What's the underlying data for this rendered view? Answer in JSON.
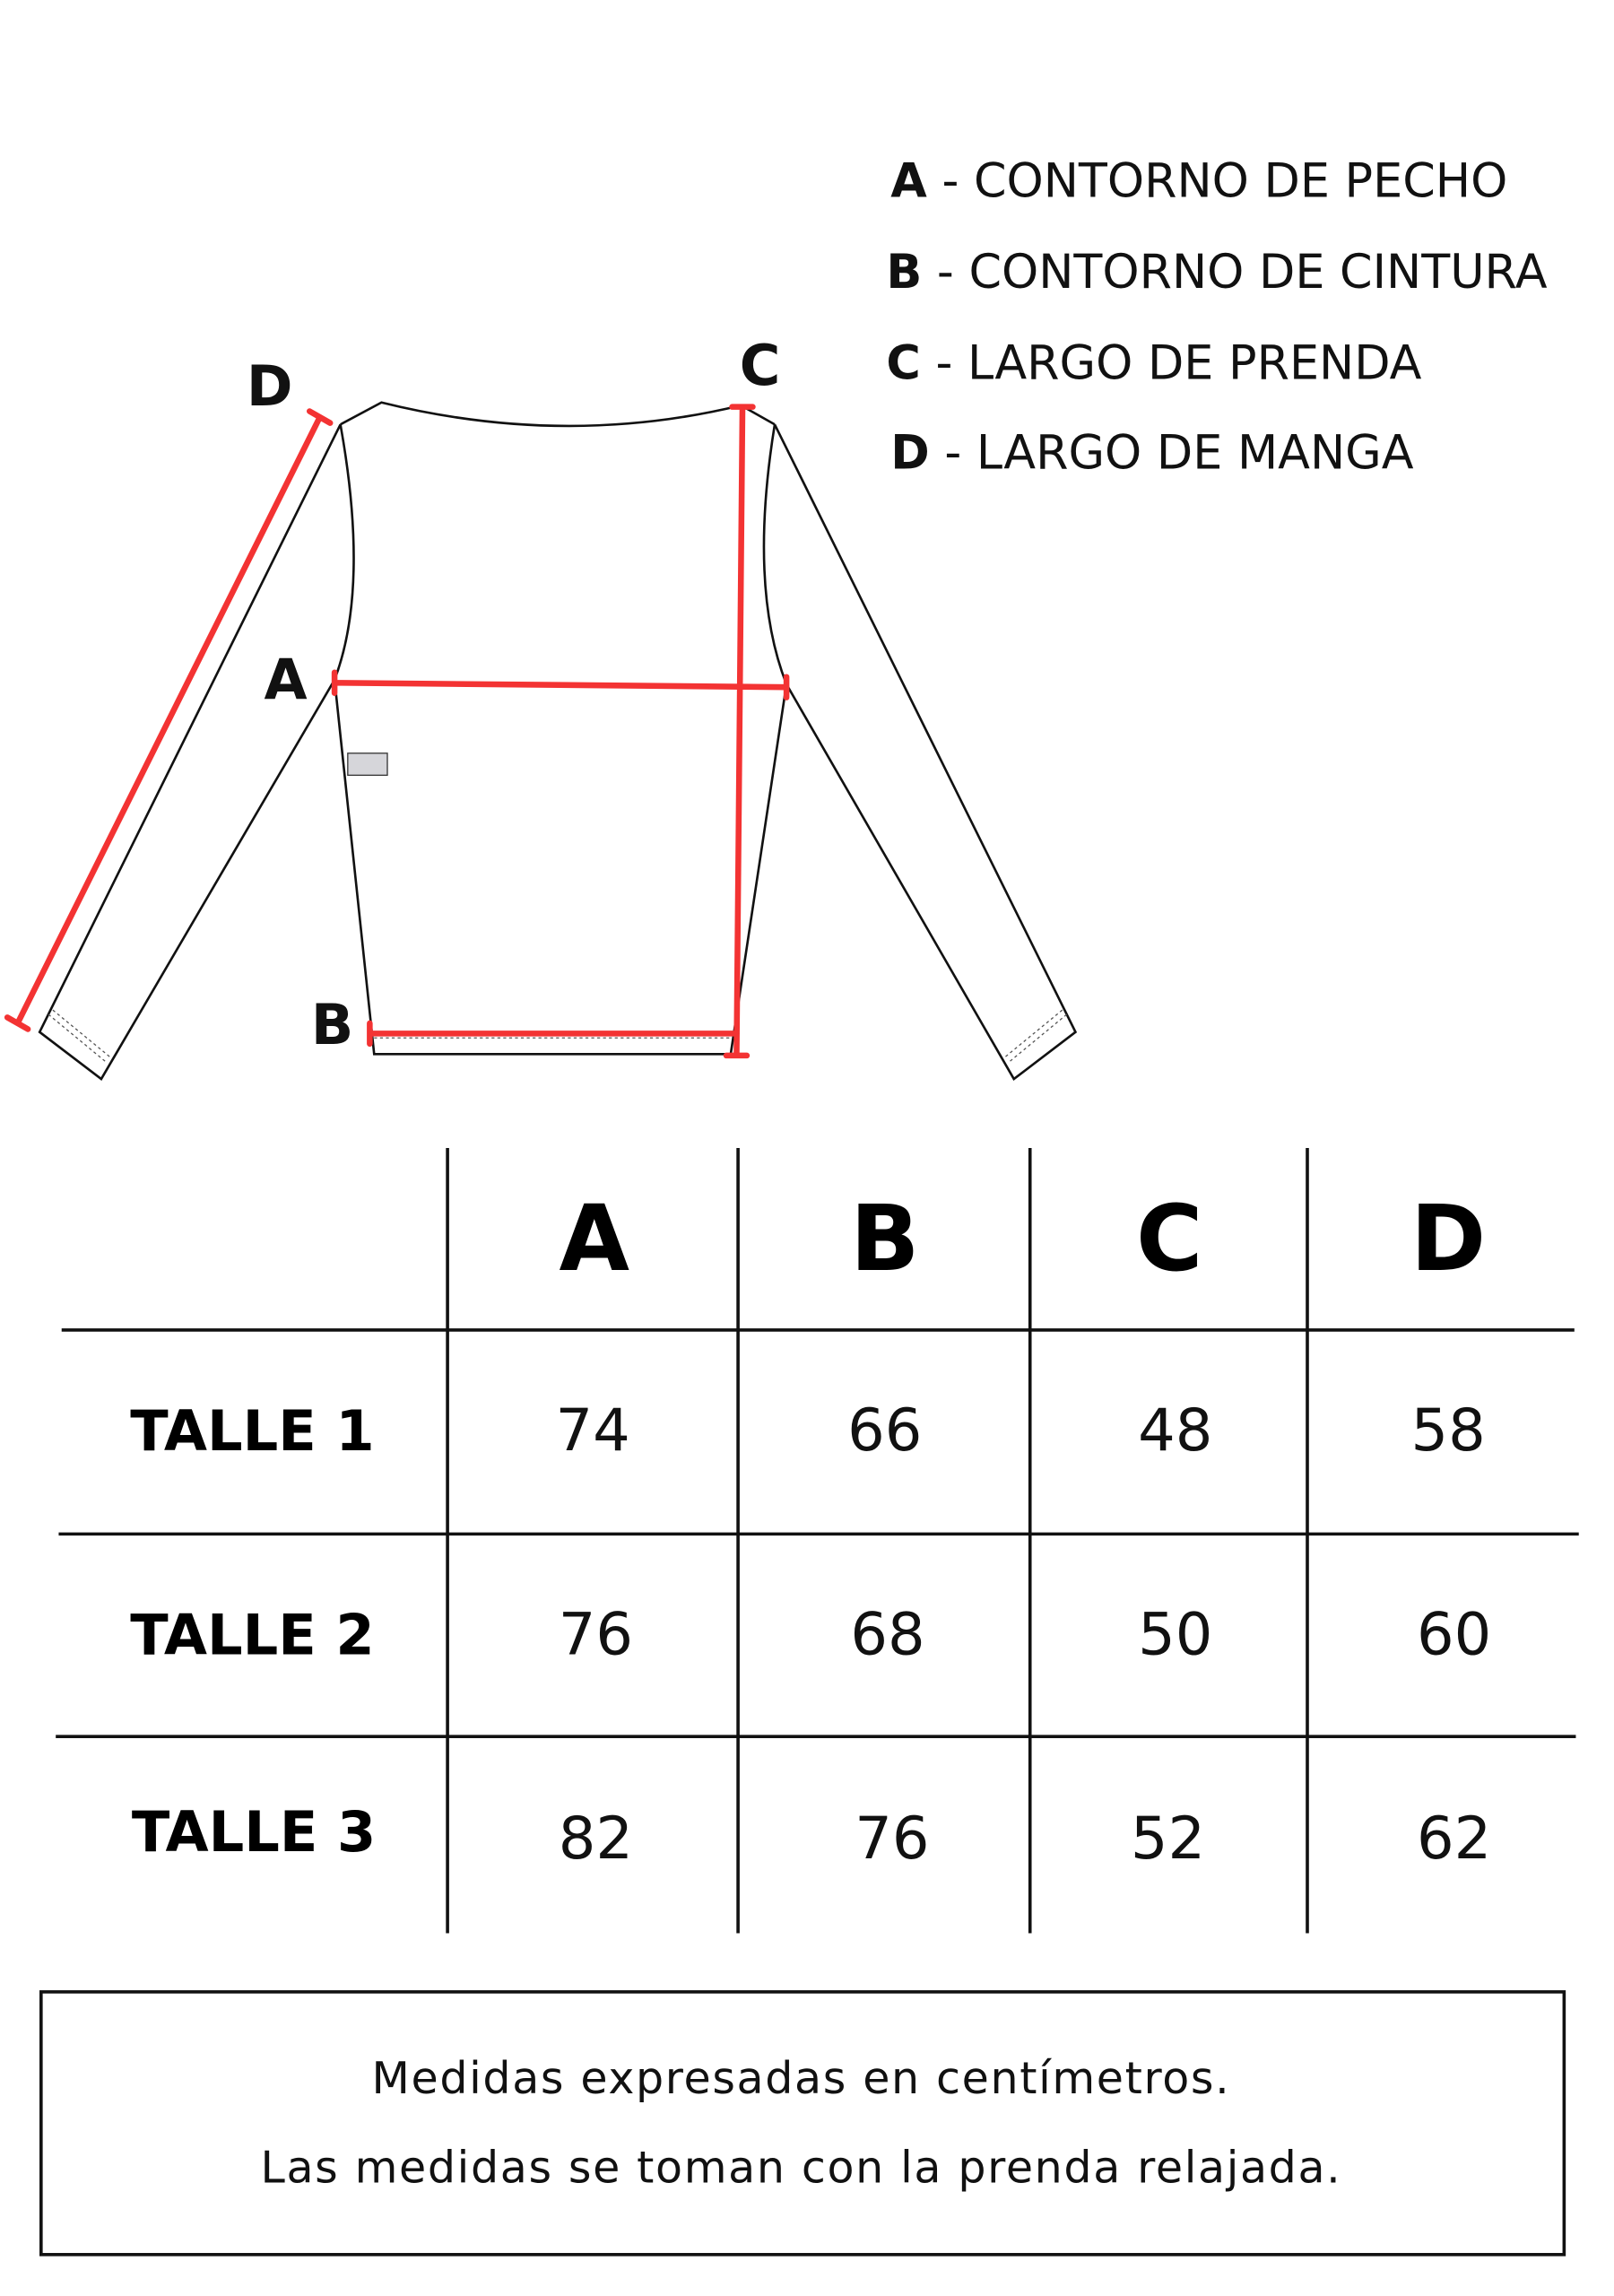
{
  "legend": [
    {
      "letter": "A",
      "text": " - CONTORNO DE PECHO"
    },
    {
      "letter": "B",
      "text": " - CONTORNO DE CINTURA"
    },
    {
      "letter": "C",
      "text": " - LARGO DE PRENDA"
    },
    {
      "letter": "D",
      "text": " - LARGO DE MANGA"
    }
  ],
  "diagram_marks": {
    "a": "A",
    "b": "B",
    "c": "C",
    "d": "D"
  },
  "colors": {
    "measure_line": "#f33333",
    "outline": "#111111"
  },
  "table": {
    "headers": [
      "A",
      "B",
      "C",
      "D"
    ],
    "rows": [
      {
        "label": "TALLE 1",
        "values": [
          "74",
          "66",
          "48",
          "58"
        ]
      },
      {
        "label": "TALLE 2",
        "values": [
          "76",
          "68",
          "50",
          "60"
        ]
      },
      {
        "label": "TALLE 3",
        "values": [
          "82",
          "76",
          "52",
          "62"
        ]
      }
    ]
  },
  "note": {
    "line1": "Medidas expresadas en centímetros.",
    "line2": "Las medidas se toman con la prenda relajada."
  }
}
